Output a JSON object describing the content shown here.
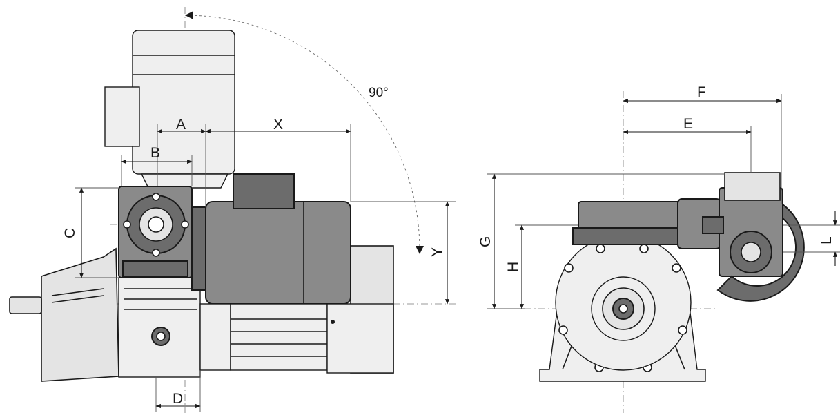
{
  "drawing": {
    "left_view": {
      "labels": {
        "a": "A",
        "b": "B",
        "c": "C",
        "d": "D",
        "x": "X",
        "y": "Y",
        "angle": "90°"
      }
    },
    "right_view": {
      "labels": {
        "e": "E",
        "f": "F",
        "g": "G",
        "h": "H",
        "l": "L"
      }
    }
  }
}
